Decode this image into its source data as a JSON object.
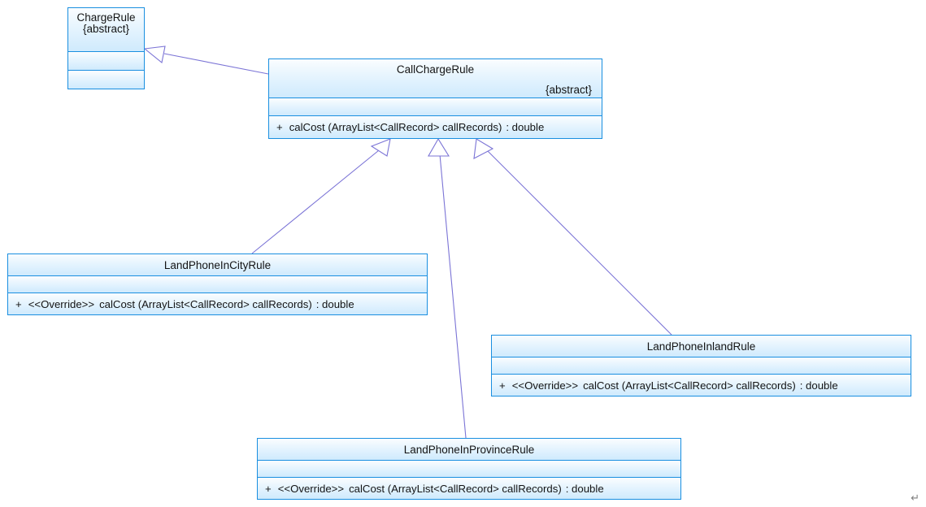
{
  "diagram": {
    "type": "uml-class-diagram",
    "title": "",
    "colors": {
      "box_border": "#1a8fe0",
      "box_fill_top": "#fbfdff",
      "box_fill_bottom": "#cfeafd",
      "connector": "#7b74d6",
      "text": "#141414",
      "background": "#ffffff"
    },
    "classes": [
      {
        "id": "chargerule",
        "name": "ChargeRule",
        "modifier": "{abstract}",
        "attributes": [],
        "operations": []
      },
      {
        "id": "callchargerule",
        "name": "CallChargeRule",
        "modifier": "{abstract}",
        "attributes": [],
        "operations": [
          {
            "visibility": "+",
            "stereotype": "",
            "signature": "calCost (ArrayList<CallRecord> callRecords)",
            "returns": ": double"
          }
        ]
      },
      {
        "id": "incity",
        "name": "LandPhoneInCityRule",
        "modifier": "",
        "attributes": [],
        "operations": [
          {
            "visibility": "+",
            "stereotype": "<<Override>>",
            "signature": "calCost (ArrayList<CallRecord> callRecords)",
            "returns": ": double"
          }
        ]
      },
      {
        "id": "inland",
        "name": "LandPhoneInlandRule",
        "modifier": "",
        "attributes": [],
        "operations": [
          {
            "visibility": "+",
            "stereotype": "<<Override>>",
            "signature": "calCost (ArrayList<CallRecord> callRecords)",
            "returns": ": double"
          }
        ]
      },
      {
        "id": "inprovince",
        "name": "LandPhoneInProvinceRule",
        "modifier": "",
        "attributes": [],
        "operations": [
          {
            "visibility": "+",
            "stereotype": "<<Override>>",
            "signature": "calCost (ArrayList<CallRecord> callRecords)",
            "returns": ": double"
          }
        ]
      }
    ],
    "relations": [
      {
        "kind": "generalization",
        "from": "callchargerule",
        "to": "chargerule"
      },
      {
        "kind": "generalization",
        "from": "incity",
        "to": "callchargerule"
      },
      {
        "kind": "generalization",
        "from": "inprovince",
        "to": "callchargerule"
      },
      {
        "kind": "generalization",
        "from": "inland",
        "to": "callchargerule"
      }
    ],
    "marks": {
      "paragraph_mark": "↵"
    }
  }
}
